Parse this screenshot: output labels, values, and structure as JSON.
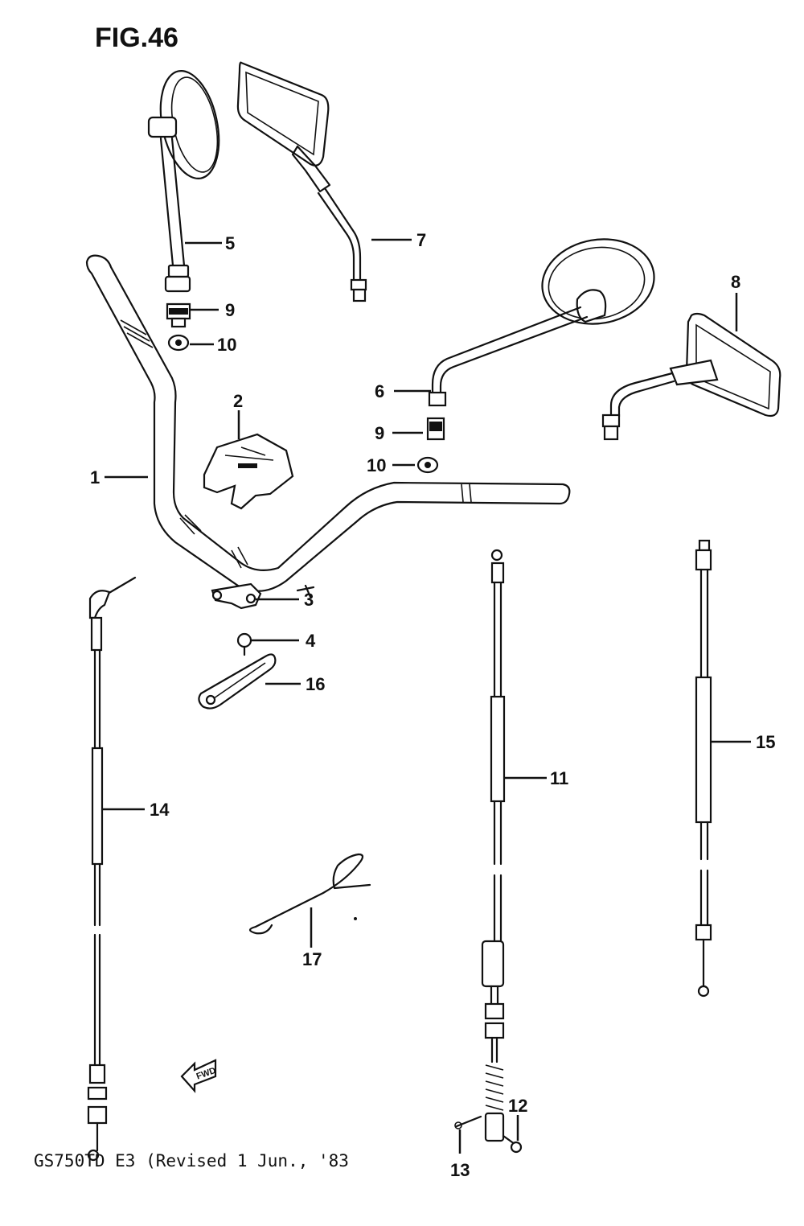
{
  "figure": {
    "title": "FIG.46",
    "footer": "GS750TD E3 (Revised 1 Jun., '83",
    "fwd_label": "FWD"
  },
  "parts": [
    {
      "no": "1"
    },
    {
      "no": "2"
    },
    {
      "no": "3"
    },
    {
      "no": "4"
    },
    {
      "no": "5"
    },
    {
      "no": "6"
    },
    {
      "no": "7"
    },
    {
      "no": "8"
    },
    {
      "no": "9"
    },
    {
      "no": "9"
    },
    {
      "no": "10"
    },
    {
      "no": "10"
    },
    {
      "no": "11"
    },
    {
      "no": "12"
    },
    {
      "no": "13"
    },
    {
      "no": "14"
    },
    {
      "no": "15"
    },
    {
      "no": "16"
    },
    {
      "no": "17"
    }
  ]
}
